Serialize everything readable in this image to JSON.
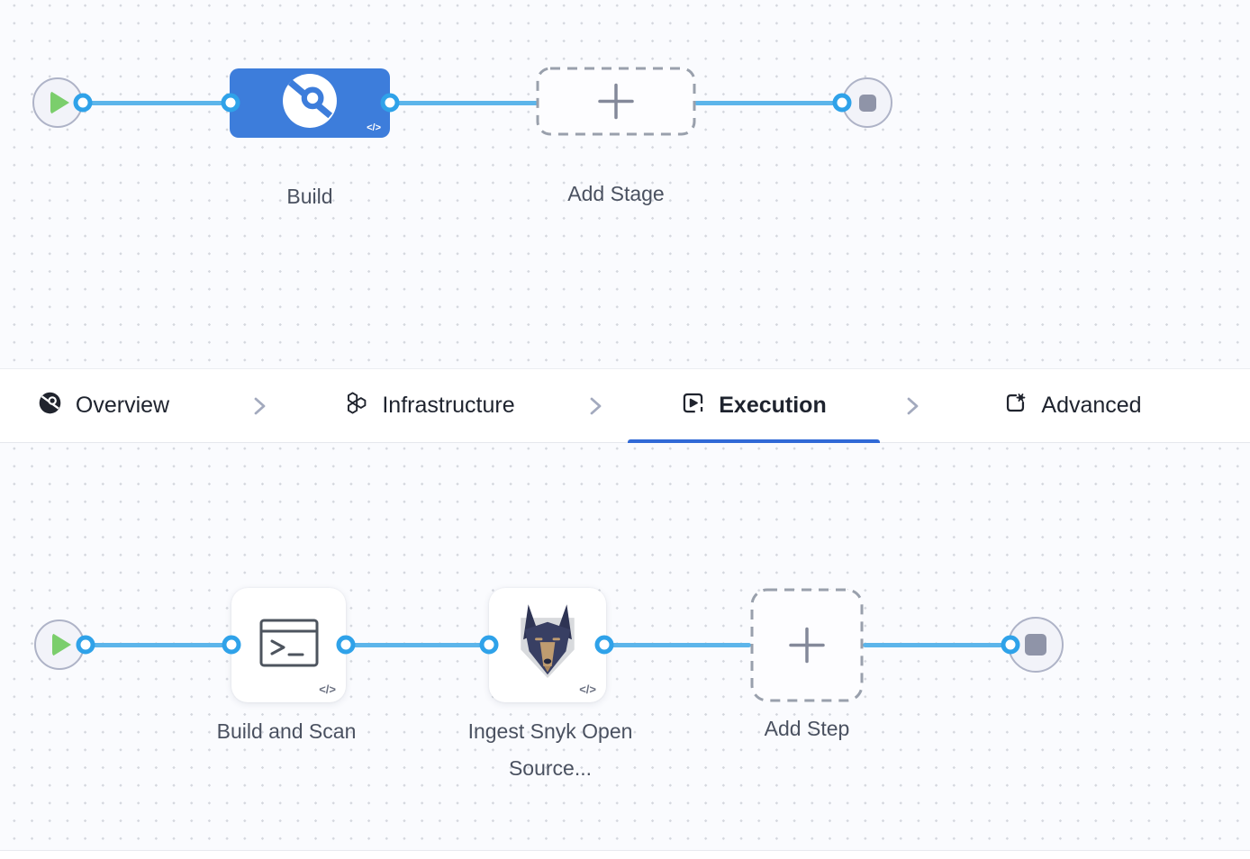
{
  "stage_flow": {
    "stage_label": "Build",
    "stage_code_badge": "</>",
    "add_stage_label": "Add Stage",
    "start_node": "play",
    "end_node": "stop"
  },
  "tab_bar": {
    "tabs": [
      {
        "label": "Overview",
        "icon": "pipeline-overview-icon",
        "active": false
      },
      {
        "label": "Infrastructure",
        "icon": "infrastructure-icon",
        "active": false
      },
      {
        "label": "Execution",
        "icon": "execution-icon",
        "active": true
      },
      {
        "label": "Advanced",
        "icon": "advanced-icon",
        "active": false
      }
    ],
    "active_tab": "Execution",
    "separator": "chevron-right"
  },
  "step_flow": {
    "steps": [
      {
        "label": "Build and Scan",
        "icon": "run-step-terminal-icon",
        "code_badge": "</>"
      },
      {
        "label": "Ingest Snyk Open Source...",
        "icon": "snyk-doberman-icon",
        "code_badge": "</>"
      }
    ],
    "add_step_label": "Add Step",
    "start_node": "play",
    "end_node": "stop"
  },
  "colors": {
    "selected_stage_blue": "#3d7ddb",
    "edge_blue": "#5cb5ea",
    "port_ring_blue": "#2fa2e9",
    "play_green": "#7bce6c",
    "stop_gray": "#8f94a8",
    "active_tab_underline": "#3069d6",
    "canvas_background": "#fafbfe",
    "label_text": "#4a5160",
    "tab_text": "#1e232e"
  }
}
